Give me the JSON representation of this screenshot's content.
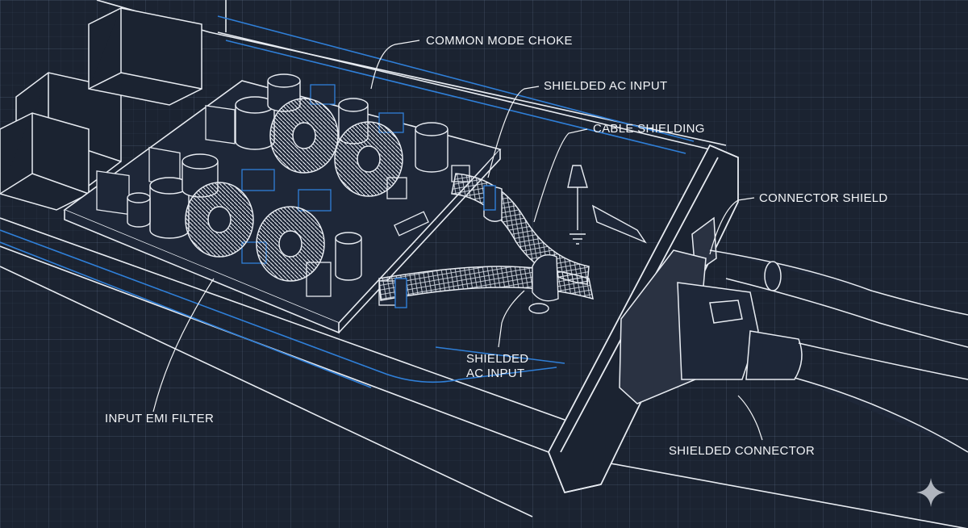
{
  "labels": {
    "common_mode_choke": "COMMON MODE CHOKE",
    "shielded_ac_input_top": "SHIELDED AC INPUT",
    "cable_shielding": "CABLE SHIELDING",
    "connector_shield": "CONNECTOR SHIELD",
    "shielded_ac_input_bottom_line1": "SHIELDED",
    "shielded_ac_input_bottom_line2": "AC INPUT",
    "input_emi_filter": "INPUT EMI FILTER",
    "shielded_connector": "SHIELDED CONNECTOR"
  },
  "colors": {
    "background": "#1b2331",
    "line_white": "#e8ecf2",
    "line_blue": "#2f7fd8",
    "text": "#f2f4f7"
  },
  "icons": {
    "watermark": "sparkle-icon"
  }
}
